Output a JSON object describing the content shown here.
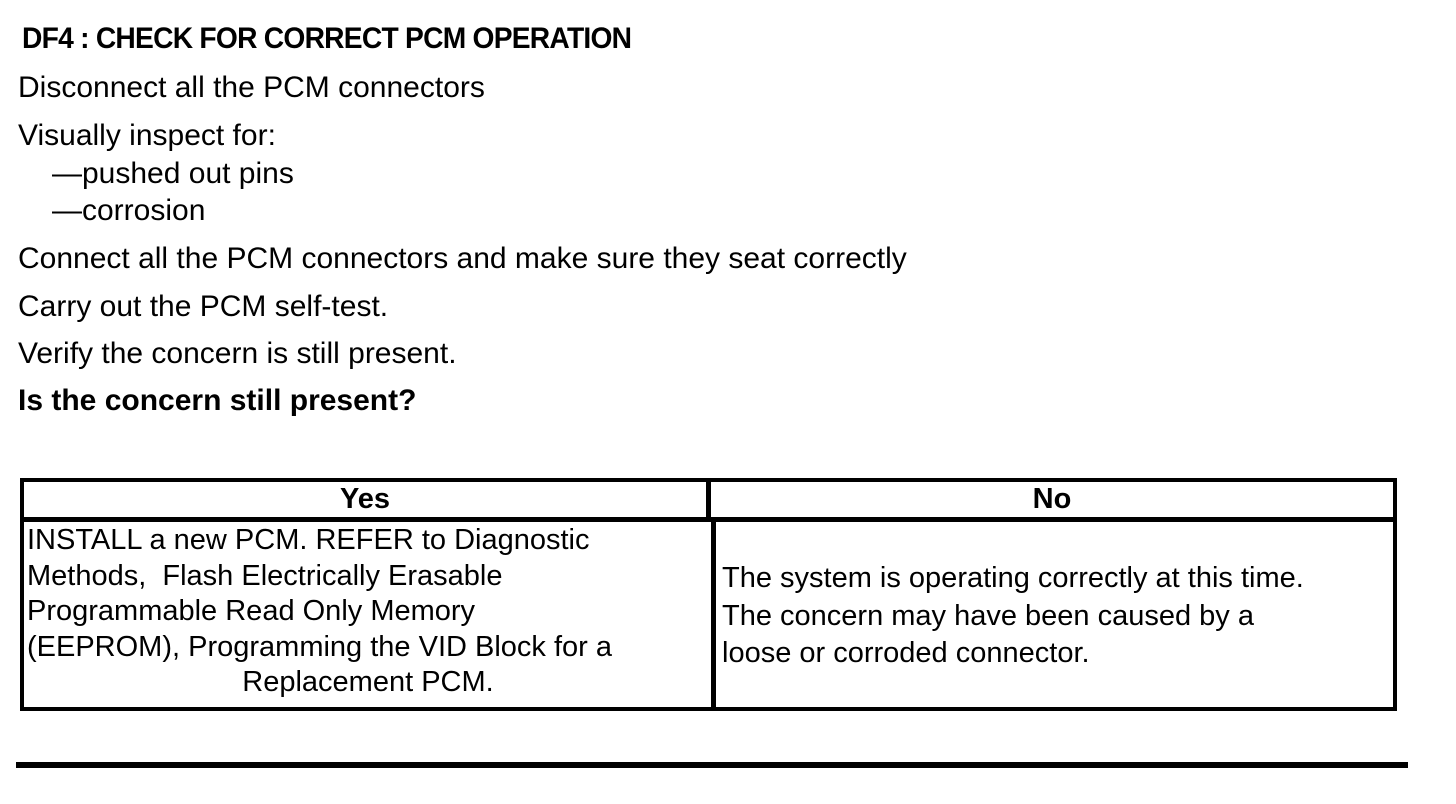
{
  "document": {
    "heading": "DF4 : CHECK FOR CORRECT PCM OPERATION",
    "steps": [
      {
        "text": "Disconnect all the PCM connectors"
      },
      {
        "text": "Visually inspect for:"
      },
      {
        "text": "Connect all the PCM connectors and make sure they seat correctly"
      },
      {
        "text": "Carry out the PCM self-test."
      },
      {
        "text": "Verify the concern is still present."
      }
    ],
    "inspection_items": [
      {
        "text": "—pushed out pins"
      },
      {
        "text": "—corrosion"
      }
    ],
    "question": "Is the concern still present?"
  },
  "decision_table": {
    "columns": [
      {
        "header": "Yes"
      },
      {
        "header": "No"
      }
    ],
    "yes_result_lines": [
      "INSTALL a new PCM. REFER to Diagnostic",
      "Methods,  Flash Electrically Erasable",
      "Programmable Read Only Memory",
      "(EEPROM), Programming the VID Block for a",
      "Replacement PCM."
    ],
    "no_result_lines": [
      "The system is operating correctly at this time.",
      "The concern may have been caused by a",
      "loose or corroded connector."
    ]
  },
  "colors": {
    "text": "#000000",
    "background": "#ffffff",
    "border": "#000000"
  }
}
